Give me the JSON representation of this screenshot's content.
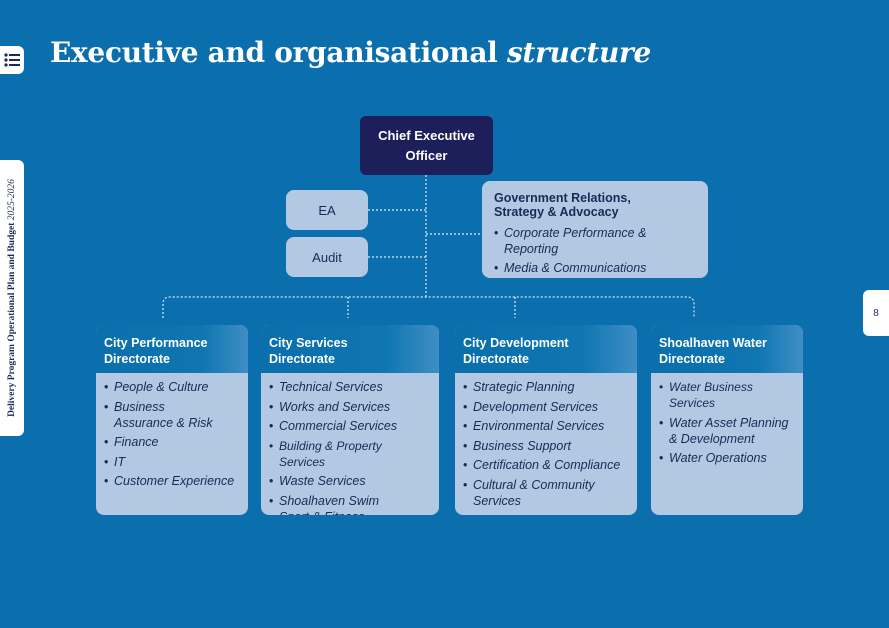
{
  "page": {
    "title_main": "Executive and organisational ",
    "title_emphasis": "structure",
    "side_tab_main": "Delivery Program Operational Plan and Budget ",
    "side_tab_years": "2025-2026",
    "page_number": "8",
    "menu_icon": "list-icon"
  },
  "colors": {
    "background": "#0a6fac",
    "ceo_box": "#1d1f5a",
    "box_fill": "#b3c8e3",
    "box_text": "#1a2a55"
  },
  "org": {
    "ceo": {
      "line1": "Chief Executive",
      "line2": "Officer"
    },
    "ea": "EA",
    "audit": "Audit",
    "gov_relations": {
      "title_line1": "Government Relations,",
      "title_line2": "Strategy & Advocacy",
      "items": [
        "Corporate Performance & Reporting",
        "Media & Communications"
      ]
    },
    "directorates": [
      {
        "title_line1": "City Performance",
        "title_line2": "Directorate",
        "items": [
          "People & Culture",
          "Business Assurance & Risk",
          "Finance",
          "IT",
          "Customer Experience"
        ]
      },
      {
        "title_line1": "City Services",
        "title_line2": "Directorate",
        "items": [
          "Technical Services",
          "Works and Services",
          "Commercial Services",
          "Building & Property Services",
          "Waste Services",
          "Shoalhaven Swim Sport & Fitness"
        ]
      },
      {
        "title_line1": "City Development",
        "title_line2": "Directorate",
        "items": [
          "Strategic Planning",
          "Development Services",
          "Environmental Services",
          "Business Support",
          "Certification & Compliance",
          "Cultural & Community Services"
        ]
      },
      {
        "title_line1": "Shoalhaven Water",
        "title_line2": "Directorate",
        "items": [
          "Water Business Services",
          "Water Asset Planning & Development",
          "Water Operations"
        ]
      }
    ]
  }
}
